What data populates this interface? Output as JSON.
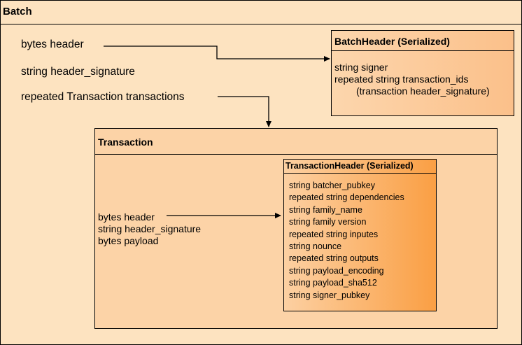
{
  "batch": {
    "title": "Batch",
    "fields": [
      "bytes header",
      "string header_signature",
      "repeated Transaction transactions"
    ]
  },
  "batch_header": {
    "title": "BatchHeader (Serialized)",
    "fields": [
      "string signer",
      "repeated string transaction_ids",
      "(transaction header_signature)"
    ]
  },
  "transaction": {
    "title": "Transaction",
    "fields": [
      "bytes header",
      "string header_signature",
      "bytes payload"
    ]
  },
  "transaction_header": {
    "title": "TransactionHeader (Serialized)",
    "fields": [
      "string batcher_pubkey",
      "repeated string dependencies",
      "string family_name",
      "string family version",
      "repeated string inputes",
      "string nounce",
      "repeated string outputs",
      "string payload_encoding",
      "string payload_sha512",
      "string signer_pubkey"
    ]
  },
  "colors": {
    "batch_fill": "#fde3c0",
    "box_fill_light": "#fcd3a7",
    "box_fill_dark": "#fa9f44",
    "line": "#000000"
  }
}
